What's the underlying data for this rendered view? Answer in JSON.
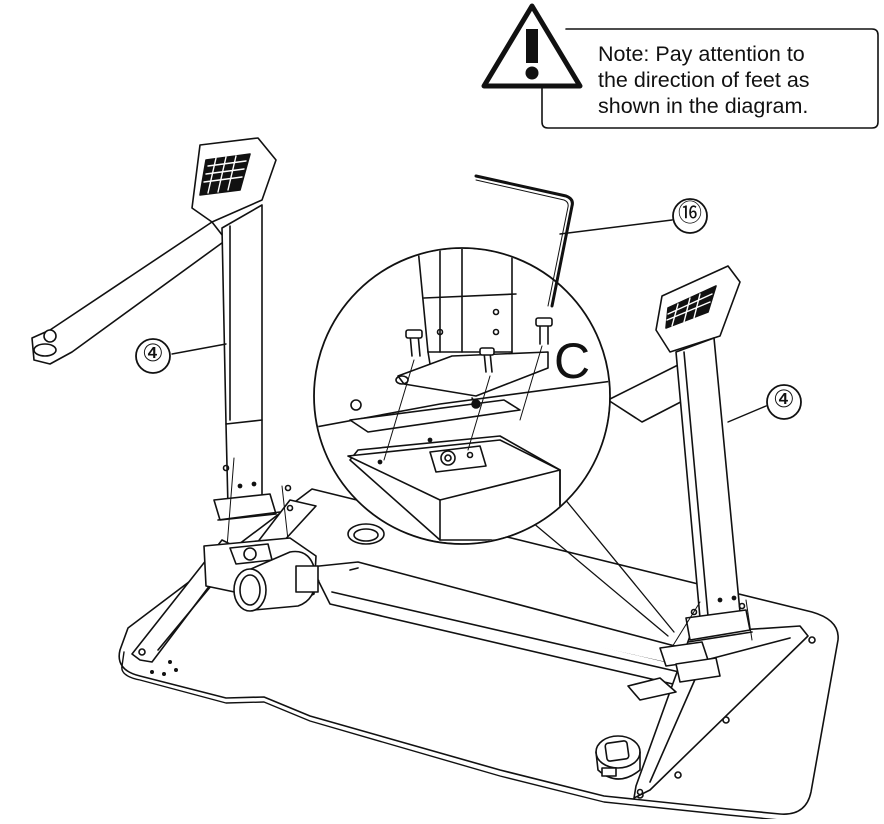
{
  "note": {
    "lines": [
      "Note: Pay attention to",
      "the direction of feet as",
      "shown in the diagram."
    ],
    "icon": "warning-triangle-icon"
  },
  "callouts": {
    "left_leg": "④",
    "right_leg": "④",
    "hex_key": "⑯"
  },
  "detail": {
    "step_letter": "C"
  },
  "colors": {
    "line": "#111111",
    "fill": "#ffffff",
    "shade": "#d9d9d9"
  }
}
